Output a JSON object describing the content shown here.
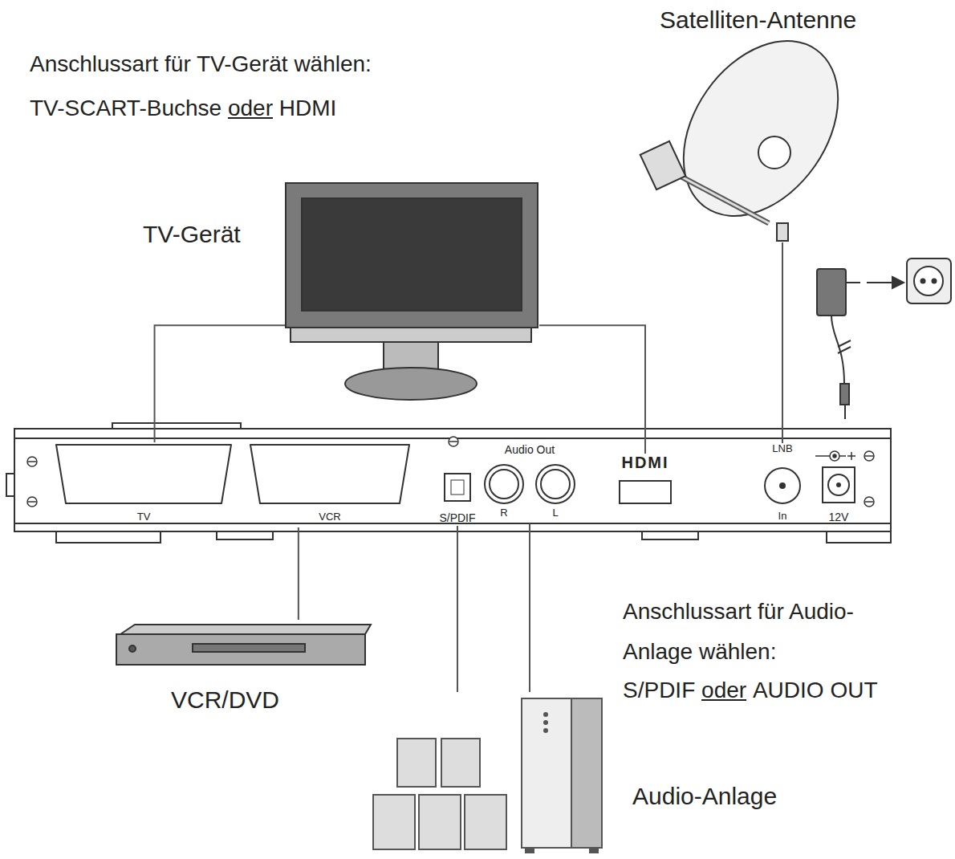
{
  "diagram": {
    "nodes": [
      {
        "text": [
          "Satelliten-Antenne"
        ]
      },
      {
        "text": [
          "TV-Gerät"
        ]
      },
      {
        "text": [
          "TV"
        ]
      },
      {
        "text": [
          "VCR"
        ]
      },
      {
        "text": [
          "S/PDIF"
        ]
      },
      {
        "text": [
          "Audio Out",
          "R",
          "L"
        ]
      },
      {
        "text": [
          "HDMI"
        ]
      },
      {
        "text": [
          "LNB",
          "In"
        ]
      },
      {
        "text": [
          "12V"
        ]
      },
      {
        "text": [
          "VCR/DVD"
        ]
      },
      {
        "text": [
          "Audio-Anlage"
        ]
      }
    ],
    "edges": [
      {
        "from": 2,
        "to": 1,
        "arrow": "none"
      },
      {
        "from": 6,
        "to": 1,
        "arrow": "none"
      },
      {
        "from": 3,
        "to": 9,
        "arrow": "none"
      },
      {
        "from": 4,
        "to": 10,
        "arrow": "none"
      },
      {
        "from": 5,
        "to": 10,
        "arrow": "none"
      },
      {
        "from": 7,
        "to": 0,
        "arrow": "none"
      }
    ],
    "labels": [
      "Anschlussart für TV-Gerät wählen:",
      "TV-SCART-Buchse",
      "oder",
      "HDMI",
      "Anschlussart für Audio-Anlage wählen:",
      "S/PDIF",
      "oder",
      "AUDIO OUT"
    ]
  }
}
